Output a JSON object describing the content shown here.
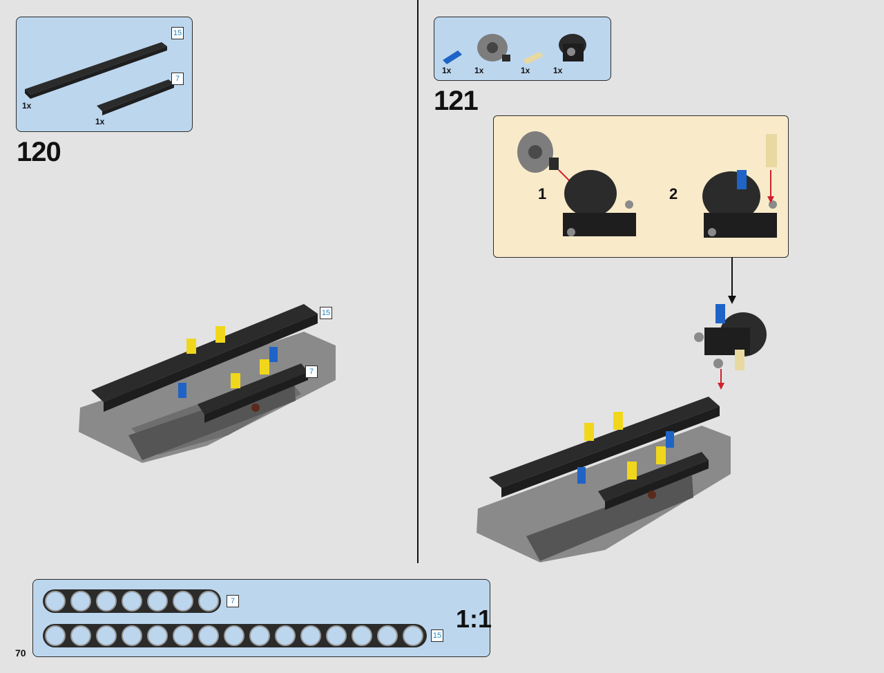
{
  "page": {
    "number": "70"
  },
  "step120": {
    "number": "120",
    "parts": [
      {
        "name": "beam-15",
        "length_label": "15",
        "qty": "1x"
      },
      {
        "name": "beam-7",
        "length_label": "7",
        "qty": "1x"
      }
    ],
    "assembly_labels": [
      "15",
      "7"
    ]
  },
  "step121": {
    "number": "121",
    "parts": [
      {
        "name": "blue-axle-pin",
        "qty": "1x"
      },
      {
        "name": "gray-turntable-hub",
        "qty": "1x"
      },
      {
        "name": "tan-axle-pin",
        "qty": "1x"
      },
      {
        "name": "black-hub-bracket",
        "qty": "1x"
      }
    ],
    "substeps": [
      "1",
      "2"
    ]
  },
  "scale_reference": {
    "ratio": "1:1",
    "beams": [
      {
        "length_label": "7",
        "holes": 7
      },
      {
        "length_label": "15",
        "holes": 15
      }
    ]
  },
  "colors": {
    "parts_box": "#bcd6ee",
    "callout_box": "#f9ebca",
    "background": "#e3e3e3",
    "beam_black": "#2b2b2b",
    "frame_gray": "#8a8a8a",
    "pin_yellow": "#f1d71c",
    "pin_blue": "#1f63c6",
    "pin_tan": "#e8d9a0",
    "arrow_red": "#d0202a"
  }
}
